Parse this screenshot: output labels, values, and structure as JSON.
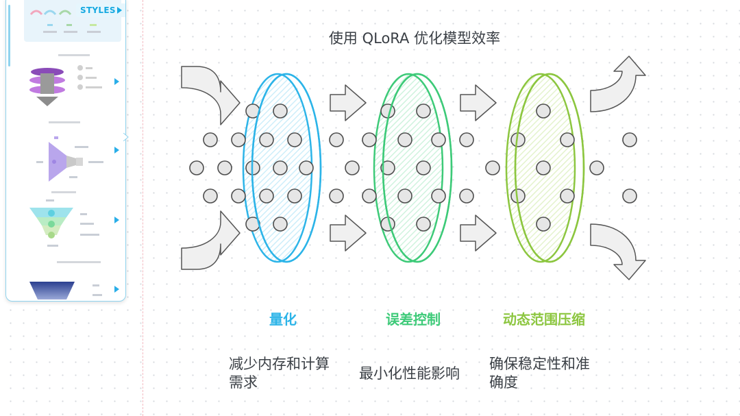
{
  "panel": {
    "styles_label": "STYLES"
  },
  "diagram": {
    "title": "使用 QLoRA 优化模型效率",
    "stages": [
      {
        "title": "量化",
        "description_lines": [
          "减少内存和计算",
          "需求"
        ],
        "color": "#2cb4e8"
      },
      {
        "title": "误差控制",
        "description_lines": [
          "最小化性能影响"
        ],
        "color": "#3dca78"
      },
      {
        "title": "动态范围压缩",
        "description_lines": [
          "确保稳定性和准",
          "确度"
        ],
        "color": "#8cc63f"
      }
    ]
  },
  "colors": {
    "arrow_fill": "#f0f0f0",
    "arrow_stroke": "#555555",
    "dot_fill": "#e6e6e6",
    "dot_stroke": "#4d4d4d"
  }
}
